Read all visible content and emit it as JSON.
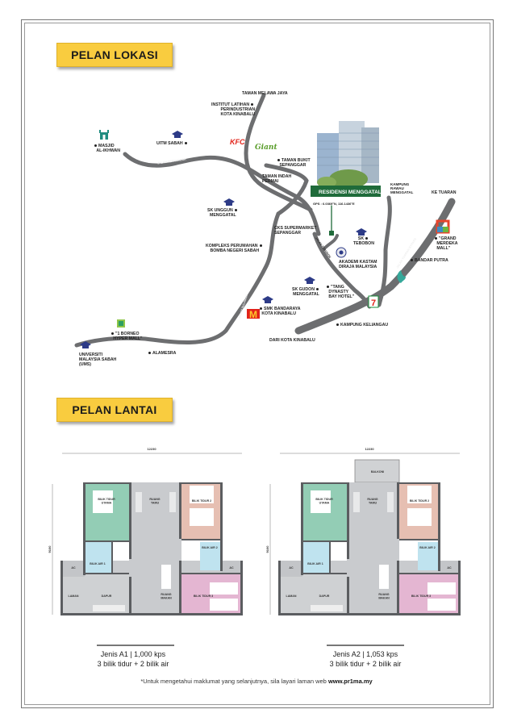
{
  "sections": {
    "location_title": "PELAN LOKASI",
    "floor_title": "PELAN LANTAI"
  },
  "map": {
    "project": {
      "name": "RESIDENSI MENGGATAL",
      "gps": "GPS : 6.0369°N, 116.1436°E"
    },
    "labels": {
      "taman_melawa_jaya": "TAMAN MELAWA JAYA",
      "institut": [
        "INSTITUT LATIHAN",
        "PERINDUSTRIAN",
        "KOTA KINABALU"
      ],
      "masjid": [
        "MASJID",
        "AL-IKHWAN"
      ],
      "uitm": "UITM SABAH",
      "kfc": "KFC",
      "giant": "Giant",
      "taman_bukit": [
        "TAMAN BUKIT",
        "SEPANGGAR"
      ],
      "taman_indah": [
        "TAMAN INDAH",
        "PERMAI"
      ],
      "sk_unggun": [
        "SK UNGGUN",
        "MENGGATAL"
      ],
      "cks": [
        "CKS SUPERMARKET",
        "SEPANGGAR"
      ],
      "kompleks": [
        "KOMPLEKS PERUMAHAN",
        "BOMBA NEGERI SABAH"
      ],
      "kampung_rawau": [
        "KAMPUNG",
        "RAWAU",
        "MENGGATAL"
      ],
      "ke_tuaran": "KE TUARAN",
      "sk_tebobon": [
        "SK",
        "TEBOBON"
      ],
      "grand_merdeka": [
        "\"GRAND",
        "MERDEKA",
        "MALL\""
      ],
      "akademi": [
        "AKADEMI KASTAM",
        "DIRAJA MALAYSIA"
      ],
      "bandar_putra": "BANDAR PUTRA",
      "sk_gudon": [
        "SK GUDON",
        "MENGGATAL"
      ],
      "tang_dynasty": [
        "\"TANG",
        "DYNASTY",
        "BAY HOTEL\""
      ],
      "smk_bandaraya": [
        "SMK BANDARAYA",
        "KOTA KINABALU"
      ],
      "kampung_keliangau": "KAMPUNG KELIANGAU",
      "dari_kk": "DARI KOTA KINABALU",
      "one_borneo": [
        "\"1 BORNEO",
        "HYPER MALL\""
      ],
      "ums": [
        "UNIVERSITI",
        "MALAYSIA SABAH",
        "(UMS)"
      ],
      "alamesra": "ALAMESRA"
    },
    "roads": {
      "sepanggar": "JALAN SEPANGGAR",
      "sulaman": "JALAN SULAMAN",
      "tuaran_bypass": "JALAN TUARAN BYPASS",
      "tebobon": "JALAN TEBOBON"
    }
  },
  "plans": [
    {
      "width_dim": "12230",
      "height_dim": "9100",
      "balcony": null,
      "rooms": {
        "master": [
          "BILIK TIDUR",
          "UTAMA"
        ],
        "living": [
          "RUANG",
          "TAMU"
        ],
        "bed2": [
          "BILIK TIDUR 2"
        ],
        "bath1": [
          "BILIK AIR 1"
        ],
        "bath2": [
          "BILIK AIR 2"
        ],
        "ac": [
          "AC"
        ],
        "laman": [
          "LAMAN"
        ],
        "dapur": [
          "DAPUR"
        ],
        "dining": [
          "RUANG",
          "MAKAN"
        ],
        "bed3": [
          "BILIK TIDUR 3"
        ]
      },
      "type": "Jenis A1 | 1,000 kps",
      "desc": "3 bilik tidur + 2 bilik air"
    },
    {
      "width_dim": "12230",
      "height_dim": "9100",
      "balcony": "BALKONI",
      "rooms": {
        "master": [
          "BILIK TIDUR",
          "UTAMA"
        ],
        "living": [
          "RUANG",
          "TAMU"
        ],
        "bed2": [
          "BILIK TIDUR 2"
        ],
        "bath1": [
          "BILIK AIR 1"
        ],
        "bath2": [
          "BILIK AIR 2"
        ],
        "ac": [
          "AC"
        ],
        "laman": [
          "LAMAN"
        ],
        "dapur": [
          "DAPUR"
        ],
        "dining": [
          "RUANG",
          "MAKAN"
        ],
        "bed3": [
          "BILIK TIDUR 3"
        ]
      },
      "type": "Jenis A2 | 1,053 kps",
      "desc": "3 bilik tidur + 2 bilik air"
    }
  ],
  "footer": {
    "note": "*Untuk mengetahui maklumat yang selanjutnya, sila layari laman web ",
    "url": "www.pr1ma.my"
  },
  "colors": {
    "badge": "#f9cc3f",
    "road": "#6d6e70",
    "project_green": "#1f6b3a",
    "master": "#93cdb5",
    "bed2": "#e6bfb2",
    "bed3": "#e4b6d2",
    "bath": "#bfe3ef",
    "floor": "#c9cbce"
  }
}
